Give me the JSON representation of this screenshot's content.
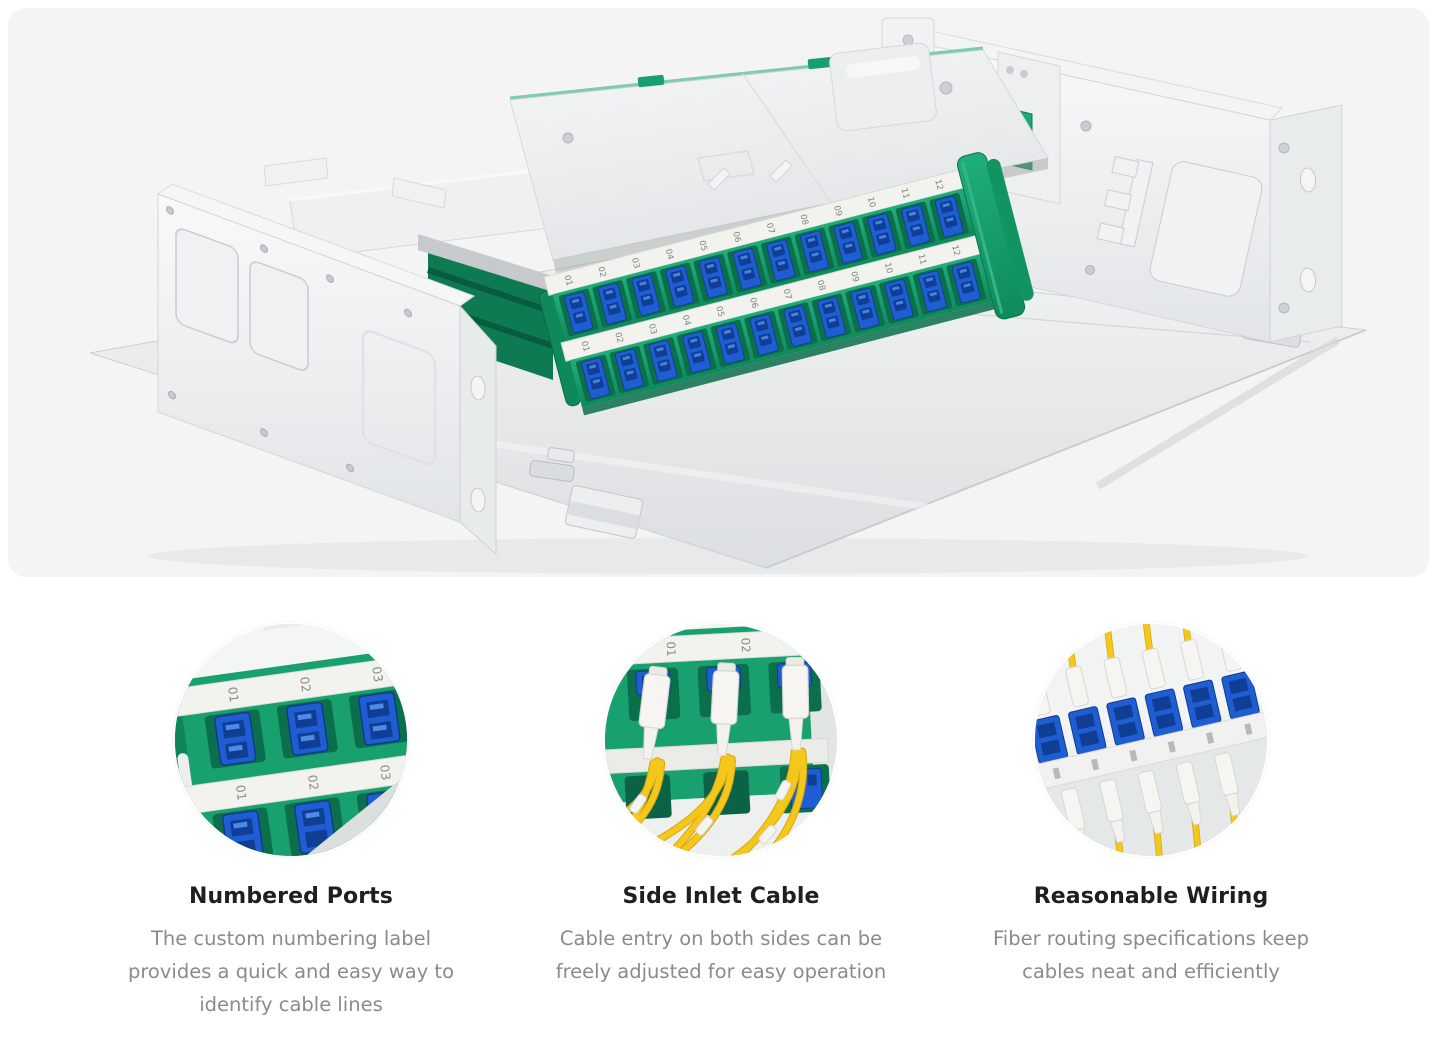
{
  "page": {
    "background": "#ffffff"
  },
  "hero": {
    "background": "#f4f4f5"
  },
  "product": {
    "rows": 2,
    "ports_per_row": 12,
    "port_labels": [
      "01",
      "02",
      "03",
      "04",
      "05",
      "06",
      "07",
      "08",
      "09",
      "10",
      "11",
      "12"
    ],
    "colors": {
      "module_green": "#18a06e",
      "module_green_dark": "#0b6f4b",
      "port_blue": "#1e5ed2",
      "port_blue_dark": "#0f3e94",
      "port_blue_highlight": "#4f8ae4",
      "label_strip": "#f2f2ef",
      "label_text": "#83837d",
      "metal_light": "#f4f5f6",
      "metal_shade": "#e4e7e9",
      "cable_yellow": "#f4c71d"
    }
  },
  "features": [
    {
      "title": "Numbered Ports",
      "description": "The custom numbering label provides a quick and easy way to identify cable lines",
      "image_name": "numbered-ports-closeup",
      "visible_port_labels": [
        "01",
        "02",
        "03"
      ]
    },
    {
      "title": "Side Inlet Cable",
      "description": "Cable entry on both sides can be freely adjusted for easy operation",
      "image_name": "side-inlet-cable-closeup",
      "visible_port_labels": [
        "01",
        "02"
      ]
    },
    {
      "title": "Reasonable Wiring",
      "description": "Fiber routing specifications keep cables neat and efficiently",
      "image_name": "reasonable-wiring-closeup",
      "visible_port_labels": []
    }
  ]
}
